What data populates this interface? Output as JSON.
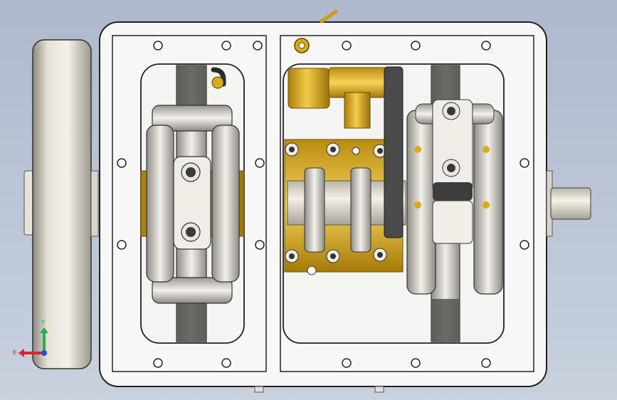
{
  "viewport": {
    "background_top": "#aeb9cc",
    "background_bottom": "#c9d1de"
  },
  "model": {
    "view": "top",
    "parts": [
      "flywheel",
      "frame",
      "left-bay-crank-assembly",
      "right-bay-crank-assembly",
      "brass-connector",
      "output-shaft"
    ]
  },
  "colors": {
    "frame_fill": "#f4f4f4",
    "frame_stroke": "#222222",
    "steel": "#d8d6cf",
    "brass": "#d9aa1c",
    "dark_link": "#4a4a4a",
    "axis_x": "#e0202a",
    "axis_y": "#22b14c",
    "axis_z": "#1e4fe0"
  },
  "triad": {
    "x_label": "X",
    "y_label": "Y",
    "icon": "coordinate-triad-icon"
  }
}
